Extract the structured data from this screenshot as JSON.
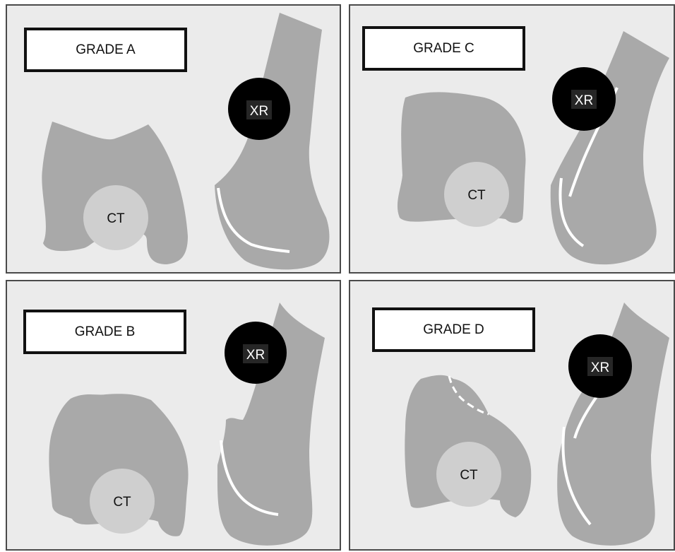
{
  "colors": {
    "background": "#ebebeb",
    "bone": "#a9a9a9",
    "ct_circle": "#cfcfcf",
    "xr_circle": "#000000",
    "fracture_line": "#ffffff"
  },
  "panels": [
    {
      "grade": "GRADE A",
      "ct": "CT",
      "xr": "XR"
    },
    {
      "grade": "GRADE C",
      "ct": "CT",
      "xr": "XR"
    },
    {
      "grade": "GRADE B",
      "ct": "CT",
      "xr": "XR"
    },
    {
      "grade": "GRADE D",
      "ct": "CT",
      "xr": "XR"
    }
  ]
}
